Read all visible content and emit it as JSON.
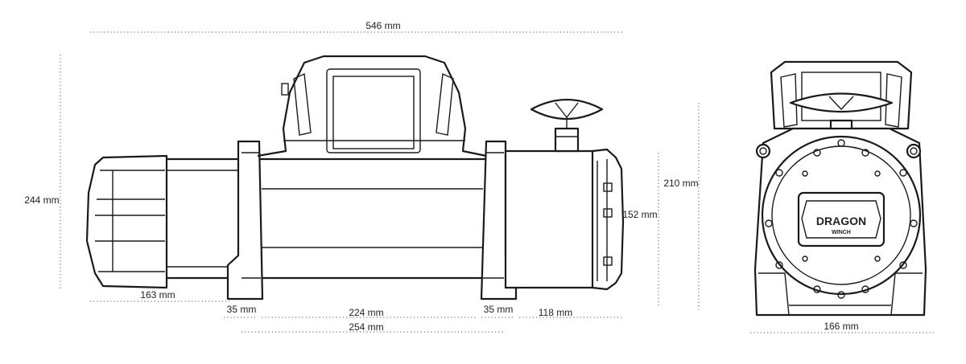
{
  "dimensions": {
    "overall_length": "546 mm",
    "overall_height": "244 mm",
    "height_to_fairlead": "210 mm",
    "motor_diameter": "152 mm",
    "gearbox_length": "163 mm",
    "foot_left": "35 mm",
    "drum_length": "224 mm",
    "foot_right": "35 mm",
    "motor_length": "118 mm",
    "mount_spacing": "254 mm",
    "overall_width": "166 mm"
  },
  "logo": {
    "brand": "DRAGON",
    "sub": "WINCH"
  },
  "colors": {
    "line": "#1a1a1a",
    "dim_line": "#555555",
    "text": "#222222",
    "background": "#ffffff"
  }
}
